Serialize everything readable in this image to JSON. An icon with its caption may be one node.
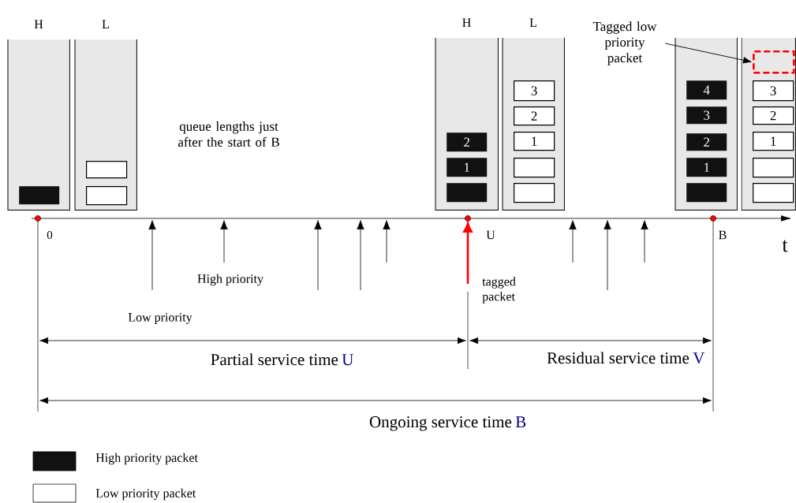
{
  "diagram": {
    "nodes": [
      {
        "text": [
          "H"
        ]
      },
      {
        "text": [],
        "shape": "box",
        "in": 0
      },
      {
        "text": [
          "L"
        ]
      },
      {
        "text": [],
        "shape": "box",
        "in": 2
      },
      {
        "text": [],
        "shape": "box",
        "in": 2
      },
      {
        "text": [
          "H"
        ]
      },
      {
        "text": [
          "2"
        ],
        "in": 5
      },
      {
        "text": [
          "1"
        ],
        "in": 5
      },
      {
        "text": [],
        "shape": "box",
        "in": 5
      },
      {
        "text": [
          "L"
        ]
      },
      {
        "text": [
          "3"
        ],
        "in": 9
      },
      {
        "text": [
          "2"
        ],
        "in": 9
      },
      {
        "text": [
          "1"
        ],
        "in": 9
      },
      {
        "text": [],
        "shape": "box",
        "in": 9
      },
      {
        "text": [],
        "shape": "box",
        "in": 9
      },
      {
        "text": [
          "Tagged low priority packet"
        ]
      },
      {
        "text": [],
        "shape": "box"
      },
      {
        "text": [
          "4"
        ],
        "in": 16
      },
      {
        "text": [
          "3"
        ],
        "in": 16
      },
      {
        "text": [
          "2"
        ],
        "in": 16
      },
      {
        "text": [
          "1"
        ],
        "in": 16
      },
      {
        "text": [],
        "shape": "box",
        "in": 16
      },
      {
        "text": [],
        "shape": "box"
      },
      {
        "text": [],
        "shape": "box",
        "in": 22
      },
      {
        "text": [
          "3"
        ],
        "in": 22
      },
      {
        "text": [
          "2"
        ],
        "in": 22
      },
      {
        "text": [
          "1"
        ],
        "in": 22
      },
      {
        "text": [],
        "shape": "box",
        "in": 22
      },
      {
        "text": [],
        "shape": "box",
        "in": 22
      }
    ],
    "edges": [
      {
        "from": 15,
        "to": 23,
        "arrow": "to"
      }
    ],
    "labels": [
      "queue lengths just after the start of B",
      "0",
      "U",
      "B",
      "t",
      "High priority",
      "tagged packet",
      "Low priority",
      "Partial service time",
      "U",
      "Residual service time",
      "V",
      "Ongoing service time",
      "B"
    ],
    "legend": [
      {
        "text": "High priority packet",
        "color": "#111111"
      },
      {
        "text": "Low priority packet"
      }
    ]
  }
}
